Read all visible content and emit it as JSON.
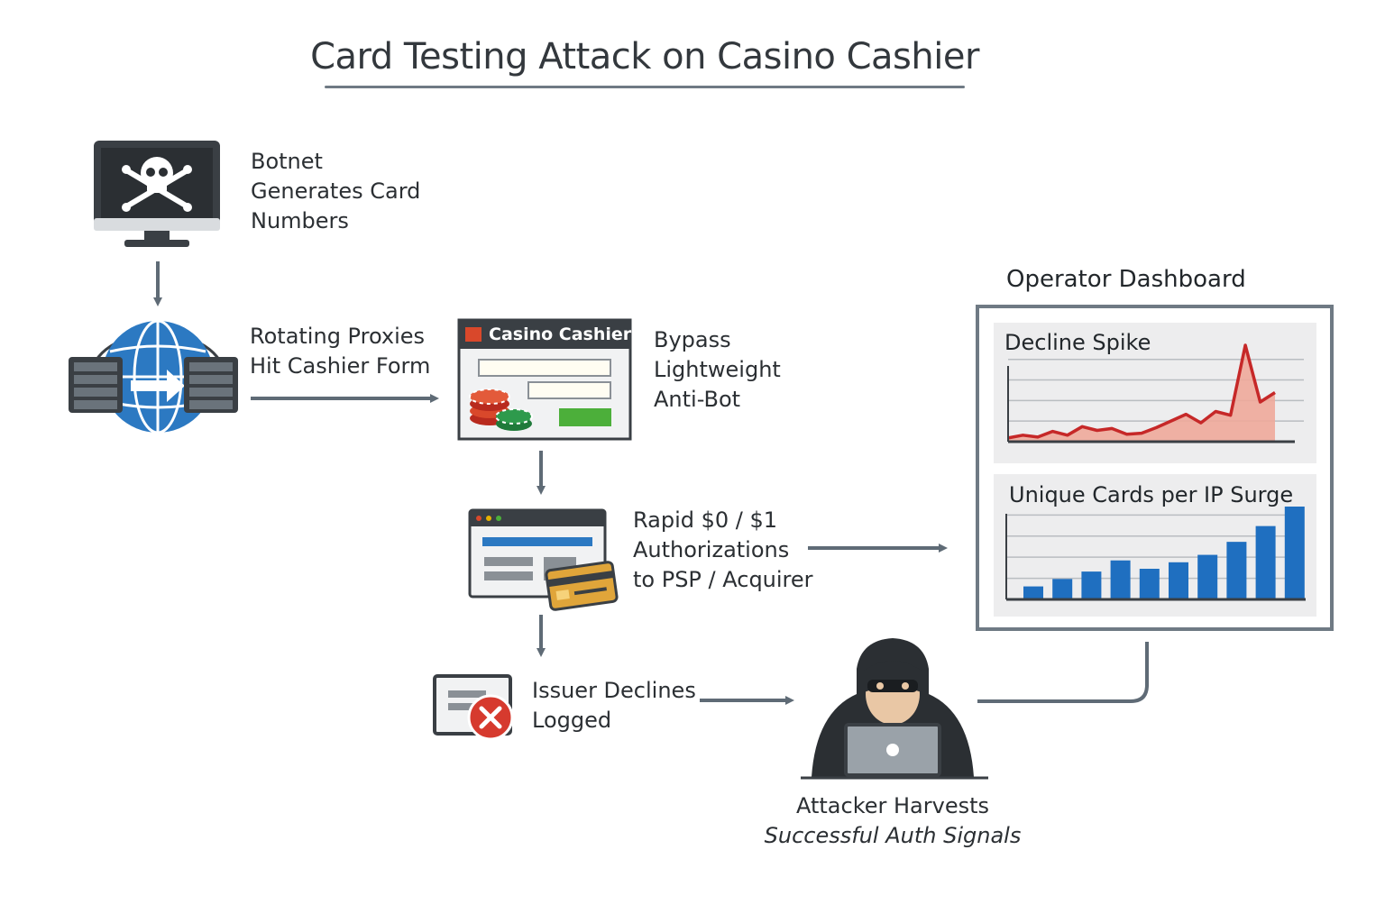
{
  "title": "Card Testing Attack on Casino Cashier",
  "steps": {
    "botnet": {
      "lines": [
        "Botnet",
        "Generates Card",
        "Numbers"
      ],
      "icon": "skull-monitor-icon"
    },
    "proxies": {
      "lines": [
        "Rotating Proxies",
        "Hit Cashier Form"
      ],
      "icon": "globe-servers-icon"
    },
    "bypass": {
      "lines": [
        "Bypass",
        "Lightweight",
        "Anti-Bot"
      ]
    },
    "authorizations": {
      "lines": [
        "Rapid $0 / $1",
        "Authorizations",
        "to PSP / Acquirer"
      ],
      "icon": "browser-card-icon"
    },
    "declines": {
      "lines": [
        "Issuer Declines",
        "Logged"
      ],
      "icon": "error-window-icon"
    },
    "attacker": {
      "lines": [
        "Attacker Harvests",
        "Successful Auth Signals"
      ],
      "icon": "hooded-attacker-icon"
    }
  },
  "cashier": {
    "header": "Casino Cashier",
    "accent": "#d9482b",
    "button_color": "#4caf3a"
  },
  "dashboard": {
    "title": "Operator Dashboard",
    "decline_panel": {
      "title": "Decline Spike"
    },
    "cards_panel": {
      "title": "Unique Cards per IP Surge"
    }
  },
  "chart_data": [
    {
      "type": "area",
      "title": "Decline Spike",
      "values": [
        2,
        5,
        3,
        9,
        5,
        14,
        10,
        12,
        6,
        7,
        13,
        20,
        27,
        18,
        30,
        26,
        100,
        40,
        50
      ],
      "color": "#c62828",
      "fill": "#eea99a",
      "grid": true
    },
    {
      "type": "bar",
      "title": "Unique Cards per IP Surge",
      "values": [
        14,
        22,
        30,
        42,
        33,
        40,
        48,
        62,
        79,
        100
      ],
      "color": "#1f6fc0",
      "grid": true
    }
  ],
  "colors": {
    "arrow": "#5f6b76",
    "dark": "#3a3f44"
  }
}
